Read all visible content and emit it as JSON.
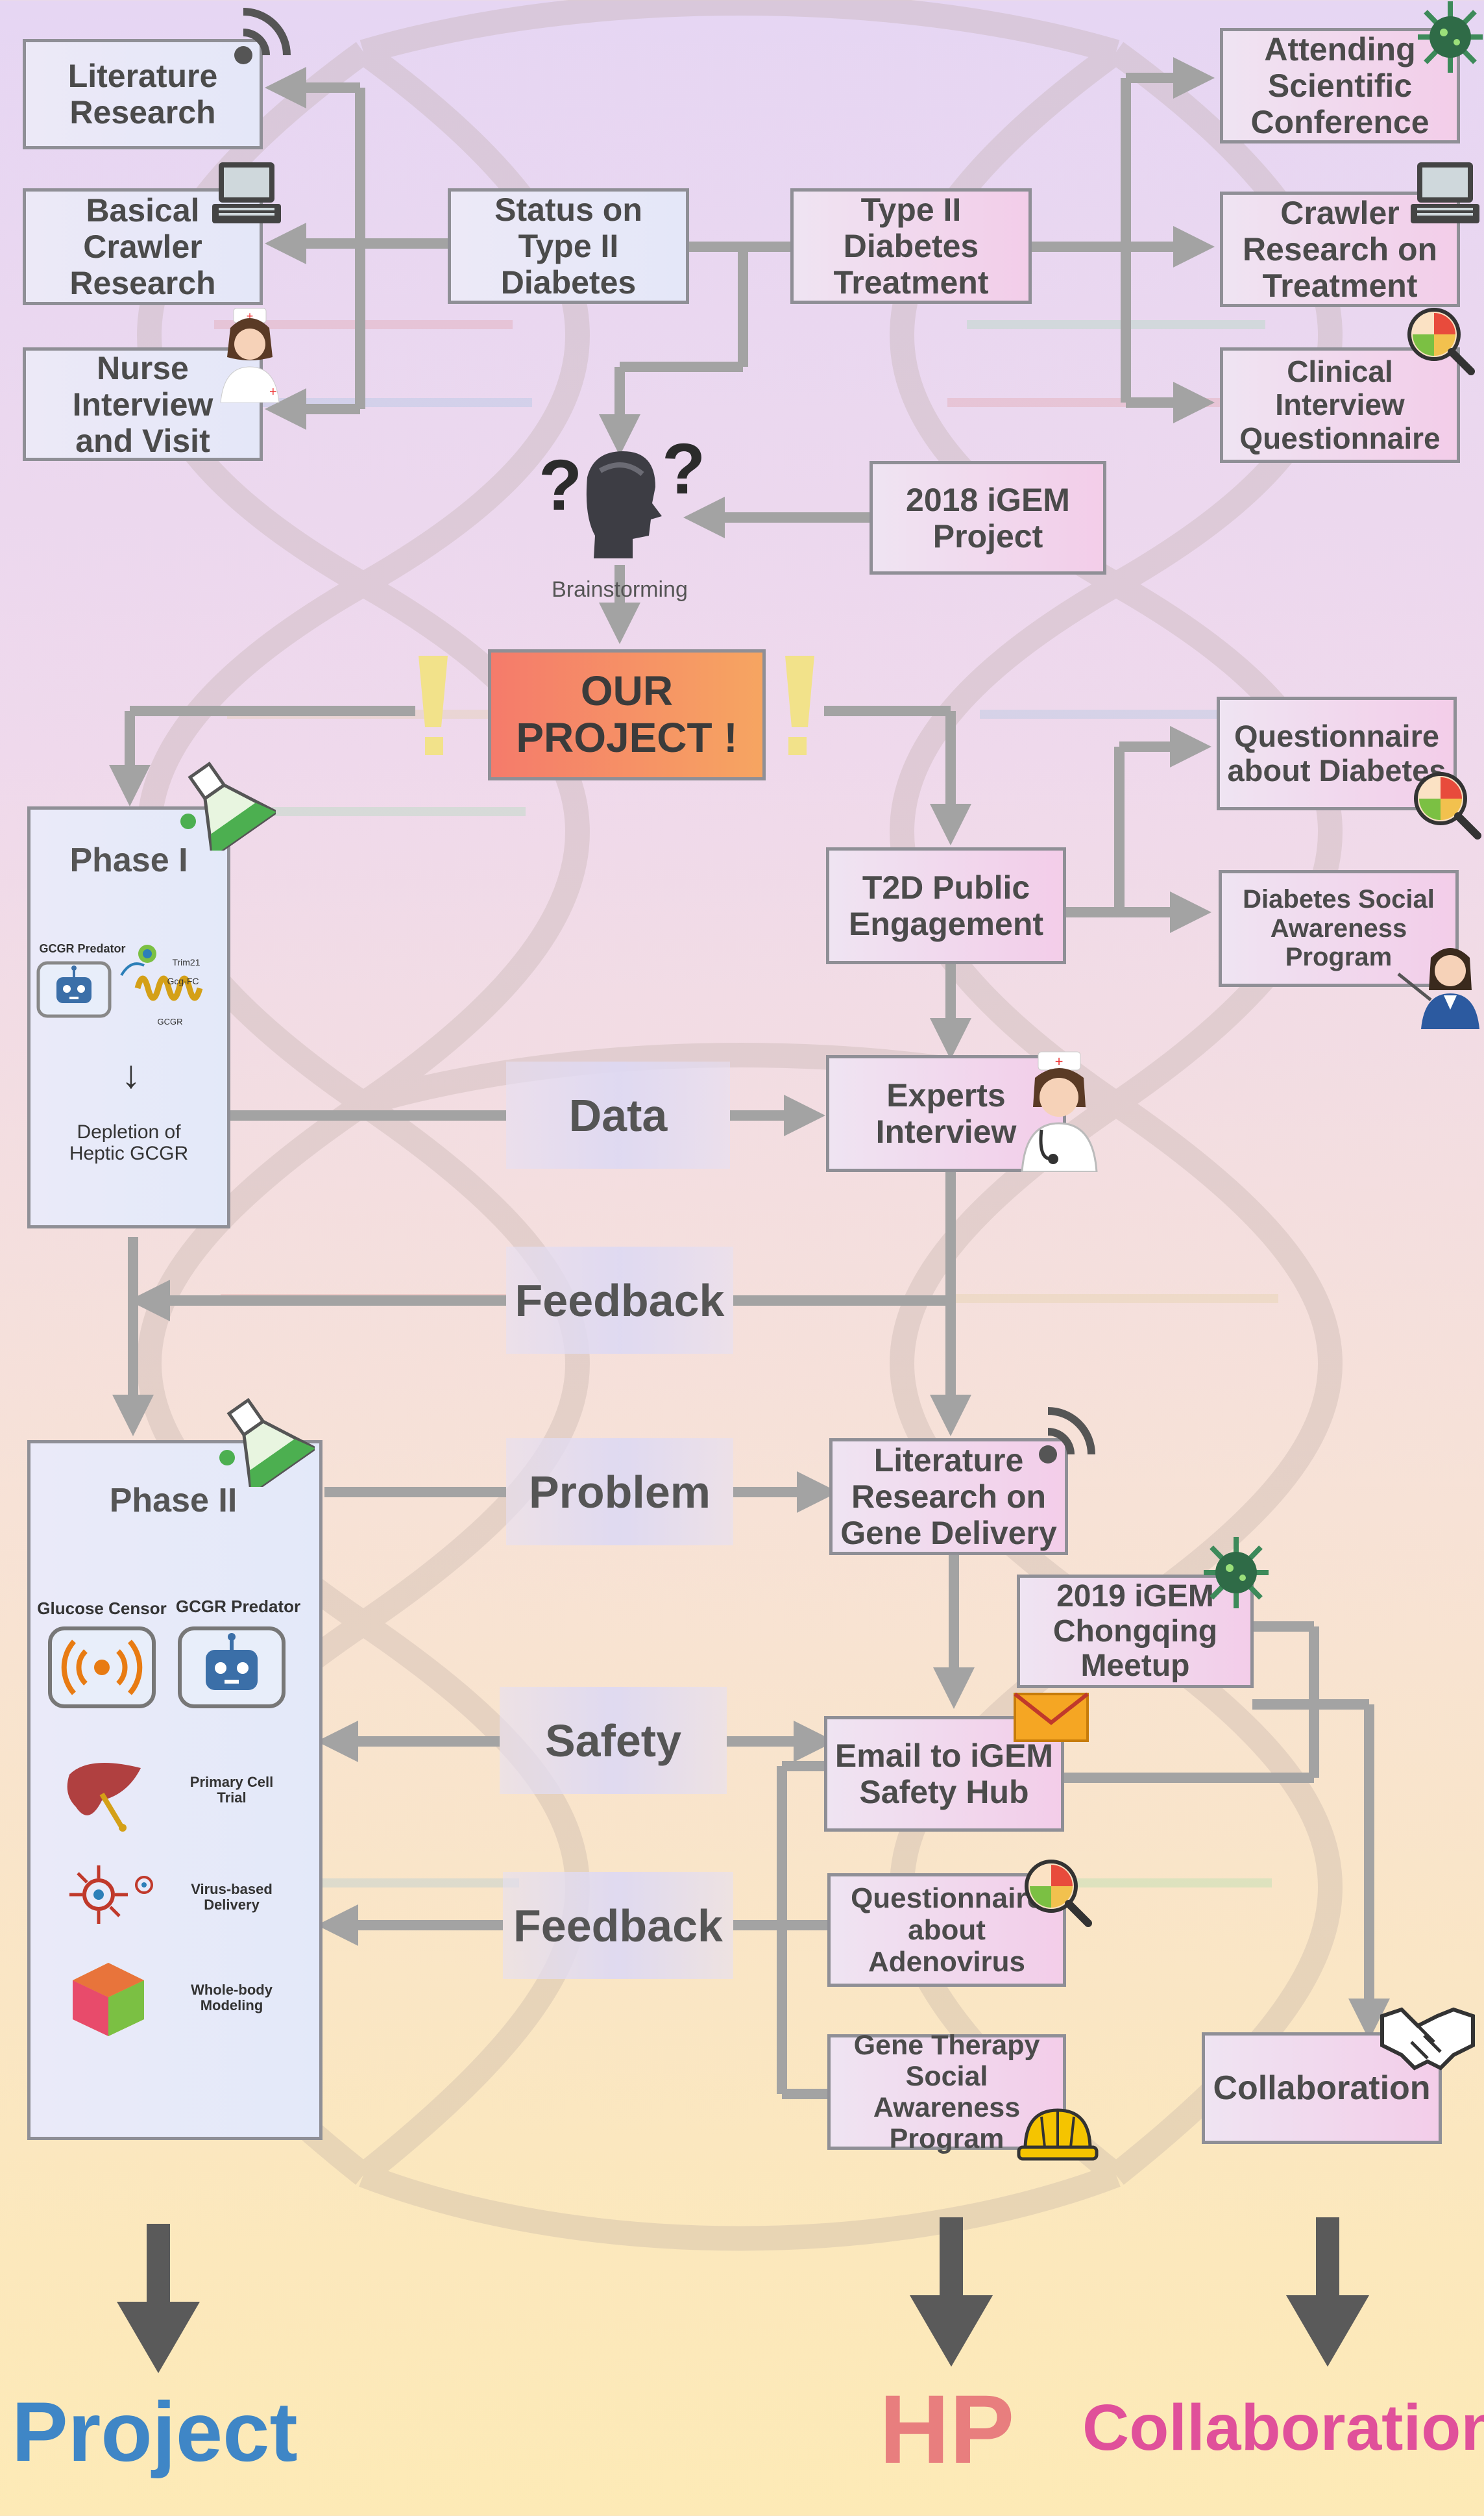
{
  "boxes": {
    "literature_research": "Literature\nResearch",
    "basical_crawler": "Basical\nCrawler\nResearch",
    "nurse_interview": "Nurse\nInterview\nand Visit",
    "status_t2d": "Status on\nType II\nDiabetes",
    "t2d_treatment": "Type II\nDiabetes\nTreatment",
    "attending_conf": "Attending\nScientific\nConference",
    "crawler_treatment": "Crawler\nResearch on\nTreatment",
    "clinical_questionnaire": "Clinical Interview\nQuestionnaire",
    "igem_2018": "2018 iGEM\nProject",
    "our_project": "OUR\nPROJECT !",
    "questionnaire_diabetes": "Questionnaire\nabout Diabetes",
    "t2d_public": "T2D Public\nEngagement",
    "diabetes_social": "Diabetes Social\nAwareness Program",
    "experts_interview": "Experts\nInterview",
    "lit_gene_delivery": "Literature\nResearch on\nGene Delivery",
    "igem_2019": "2019 iGEM\nChongqing\nMeetup",
    "email_safety": "Email to iGEM\nSafety Hub",
    "questionnaire_adeno": "Questionnaire\nabout Adenovirus",
    "gene_therapy": "Gene Therapy\nSocial Awareness\nProgram",
    "collaboration": "Collaboration"
  },
  "labels": {
    "brainstorming": "Brainstorming",
    "data": "Data",
    "feedback1": "Feedback",
    "problem": "Problem",
    "safety": "Safety",
    "feedback2": "Feedback"
  },
  "phase1": {
    "title": "Phase I",
    "gcgr_predator": "GCGR Predator",
    "trim21": "Trim21",
    "gcg_fc": "Gcg-FC",
    "gcgr": "GCGR",
    "depletion": "Depletion of\nHeptic GCGR"
  },
  "phase2": {
    "title": "Phase II",
    "glucose_censor": "Glucose Censor",
    "gcgr_predator": "GCGR Predator",
    "primary_cell": "Primary Cell\nTrial",
    "virus_delivery": "Virus-based\nDelivery",
    "whole_body": "Whole-body\nModeling"
  },
  "bottom": {
    "project": "Project",
    "hp": "HP",
    "collaboration": "Collaboration"
  },
  "colors": {
    "arrow": "#a3a3a3",
    "project_label": "#3f86c6",
    "hp_label": "#e87e7e",
    "collab_label": "#e0509a",
    "our_project_start": "#f57b6b",
    "our_project_end": "#f6a561"
  },
  "icons": [
    "wifi-icon",
    "laptop-icon",
    "nurse-icon",
    "virus-icon",
    "magnifier-chart-icon",
    "thinking-head-icon",
    "flask-icon",
    "robot-icon",
    "sensor-icon",
    "doctor-icon",
    "teacher-icon",
    "envelope-icon",
    "handshake-icon",
    "hardhat-icon",
    "liver-icon",
    "cube-icon",
    "dna-background"
  ]
}
